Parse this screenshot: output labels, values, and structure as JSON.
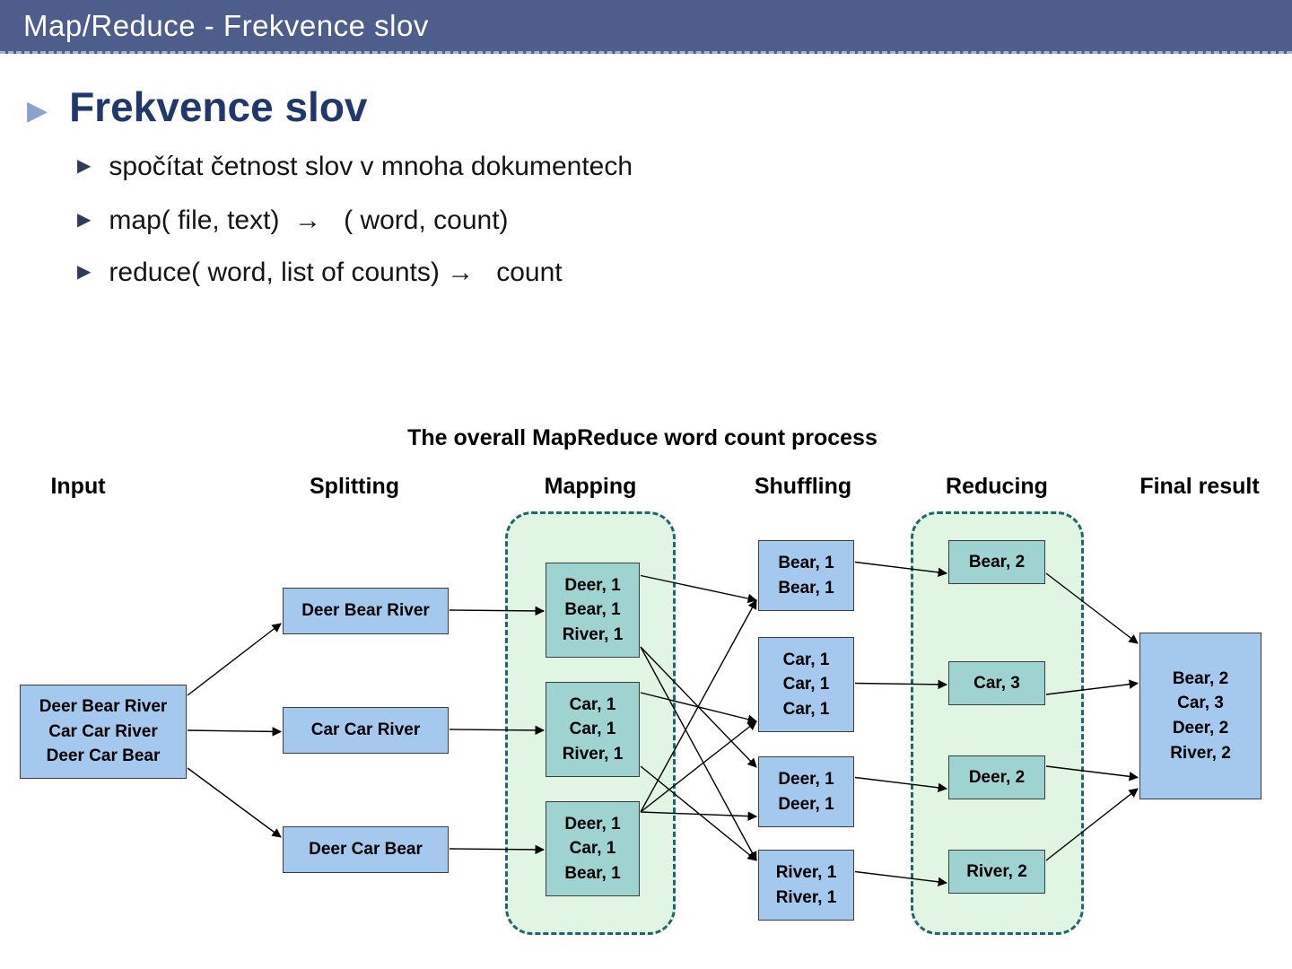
{
  "header": {
    "title": "Map/Reduce - Frekvence slov"
  },
  "slide": {
    "title": "Frekvence slov",
    "bullets": [
      "spočítat četnost slov v mnoha dokumentech",
      "map( file, text)  →   ( word, count)",
      "reduce( word, list of counts) →   count"
    ]
  },
  "diagram": {
    "title": "The overall MapReduce word count process",
    "columns": [
      "Input",
      "Splitting",
      "Mapping",
      "Shuffling",
      "Reducing",
      "Final result"
    ],
    "nodes": {
      "input": "Deer Bear River\nCar Car River\nDeer Car Bear",
      "split1": "Deer Bear River",
      "split2": "Car Car River",
      "split3": "Deer Car Bear",
      "map1": "Deer, 1\nBear, 1\nRiver, 1",
      "map2": "Car, 1\nCar, 1\nRiver, 1",
      "map3": "Deer, 1\nCar, 1\nBear, 1",
      "shufBear": "Bear, 1\nBear, 1",
      "shufCar": "Car, 1\nCar, 1\nCar, 1",
      "shufDeer": "Deer, 1\nDeer, 1",
      "shufRiver": "River, 1\nRiver, 1",
      "redBear": "Bear, 2",
      "redCar": "Car, 3",
      "redDeer": "Deer, 2",
      "redRiver": "River, 2",
      "final": "Bear, 2\nCar, 3\nDeer, 2\nRiver, 2"
    },
    "edges": [
      [
        "input",
        "split1"
      ],
      [
        "input",
        "split2"
      ],
      [
        "input",
        "split3"
      ],
      [
        "split1",
        "map1"
      ],
      [
        "split2",
        "map2"
      ],
      [
        "split3",
        "map3"
      ],
      [
        "map1",
        "shufBear"
      ],
      [
        "map1",
        "shufDeer"
      ],
      [
        "map1",
        "shufRiver"
      ],
      [
        "map2",
        "shufCar"
      ],
      [
        "map2",
        "shufRiver"
      ],
      [
        "map3",
        "shufBear"
      ],
      [
        "map3",
        "shufCar"
      ],
      [
        "map3",
        "shufDeer"
      ],
      [
        "shufBear",
        "redBear"
      ],
      [
        "shufCar",
        "redCar"
      ],
      [
        "shufDeer",
        "redDeer"
      ],
      [
        "shufRiver",
        "redRiver"
      ],
      [
        "redBear",
        "final"
      ],
      [
        "redCar",
        "final"
      ],
      [
        "redDeer",
        "final"
      ],
      [
        "redRiver",
        "final"
      ]
    ]
  },
  "colors": {
    "header_bg": "#4d5d8c",
    "title_text": "#20386c",
    "box_blue": "#a5c8ef",
    "box_teal": "#9ed3d2",
    "phase_bg": "#e1f6e2",
    "phase_border": "#20666e"
  }
}
